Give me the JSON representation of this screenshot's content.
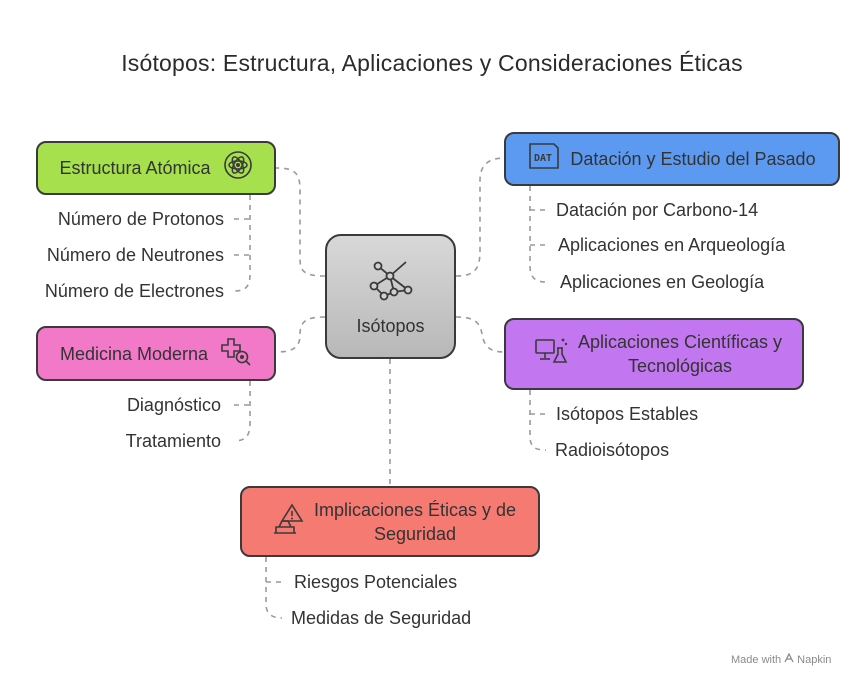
{
  "title": "Isótopos: Estructura, Aplicaciones y Consideraciones Éticas",
  "center": {
    "label": "Isótopos",
    "icon": "molecule-network-icon",
    "color": "#c6c6c6"
  },
  "branches": {
    "estructura": {
      "label": "Estructura Atómica",
      "icon": "atom-icon",
      "color": "#a6e04c",
      "items": [
        "Número de Protonos",
        "Número de Neutrones",
        "Número de Electrones"
      ]
    },
    "medicina": {
      "label": "Medicina Moderna",
      "icon": "medical-search-icon",
      "color": "#f278c8",
      "items": [
        "Diagnóstico",
        "Tratamiento"
      ]
    },
    "datacion": {
      "label": "Datación y Estudio del Pasado",
      "icon": "data-icon",
      "icon_text": "DAT",
      "color": "#5b9af0",
      "items": [
        "Datación por Carbono-14",
        "Aplicaciones en Arqueología",
        "Aplicaciones en Geología"
      ]
    },
    "cientificas": {
      "label_line1": "Aplicaciones Científicas y",
      "label_line2": "Tecnológicas",
      "icon": "computer-flask-icon",
      "color": "#c276f0",
      "items": [
        "Isótopos Estables",
        "Radioisótopos"
      ]
    },
    "etica": {
      "label_line1": "Implicaciones Éticas y de",
      "label_line2": "Seguridad",
      "icon": "hazard-warning-icon",
      "color": "#f47a72",
      "items": [
        "Riesgos Potenciales",
        "Medidas de Seguridad"
      ]
    }
  },
  "watermark": {
    "prefix": "Made with",
    "brand": "Napkin"
  }
}
